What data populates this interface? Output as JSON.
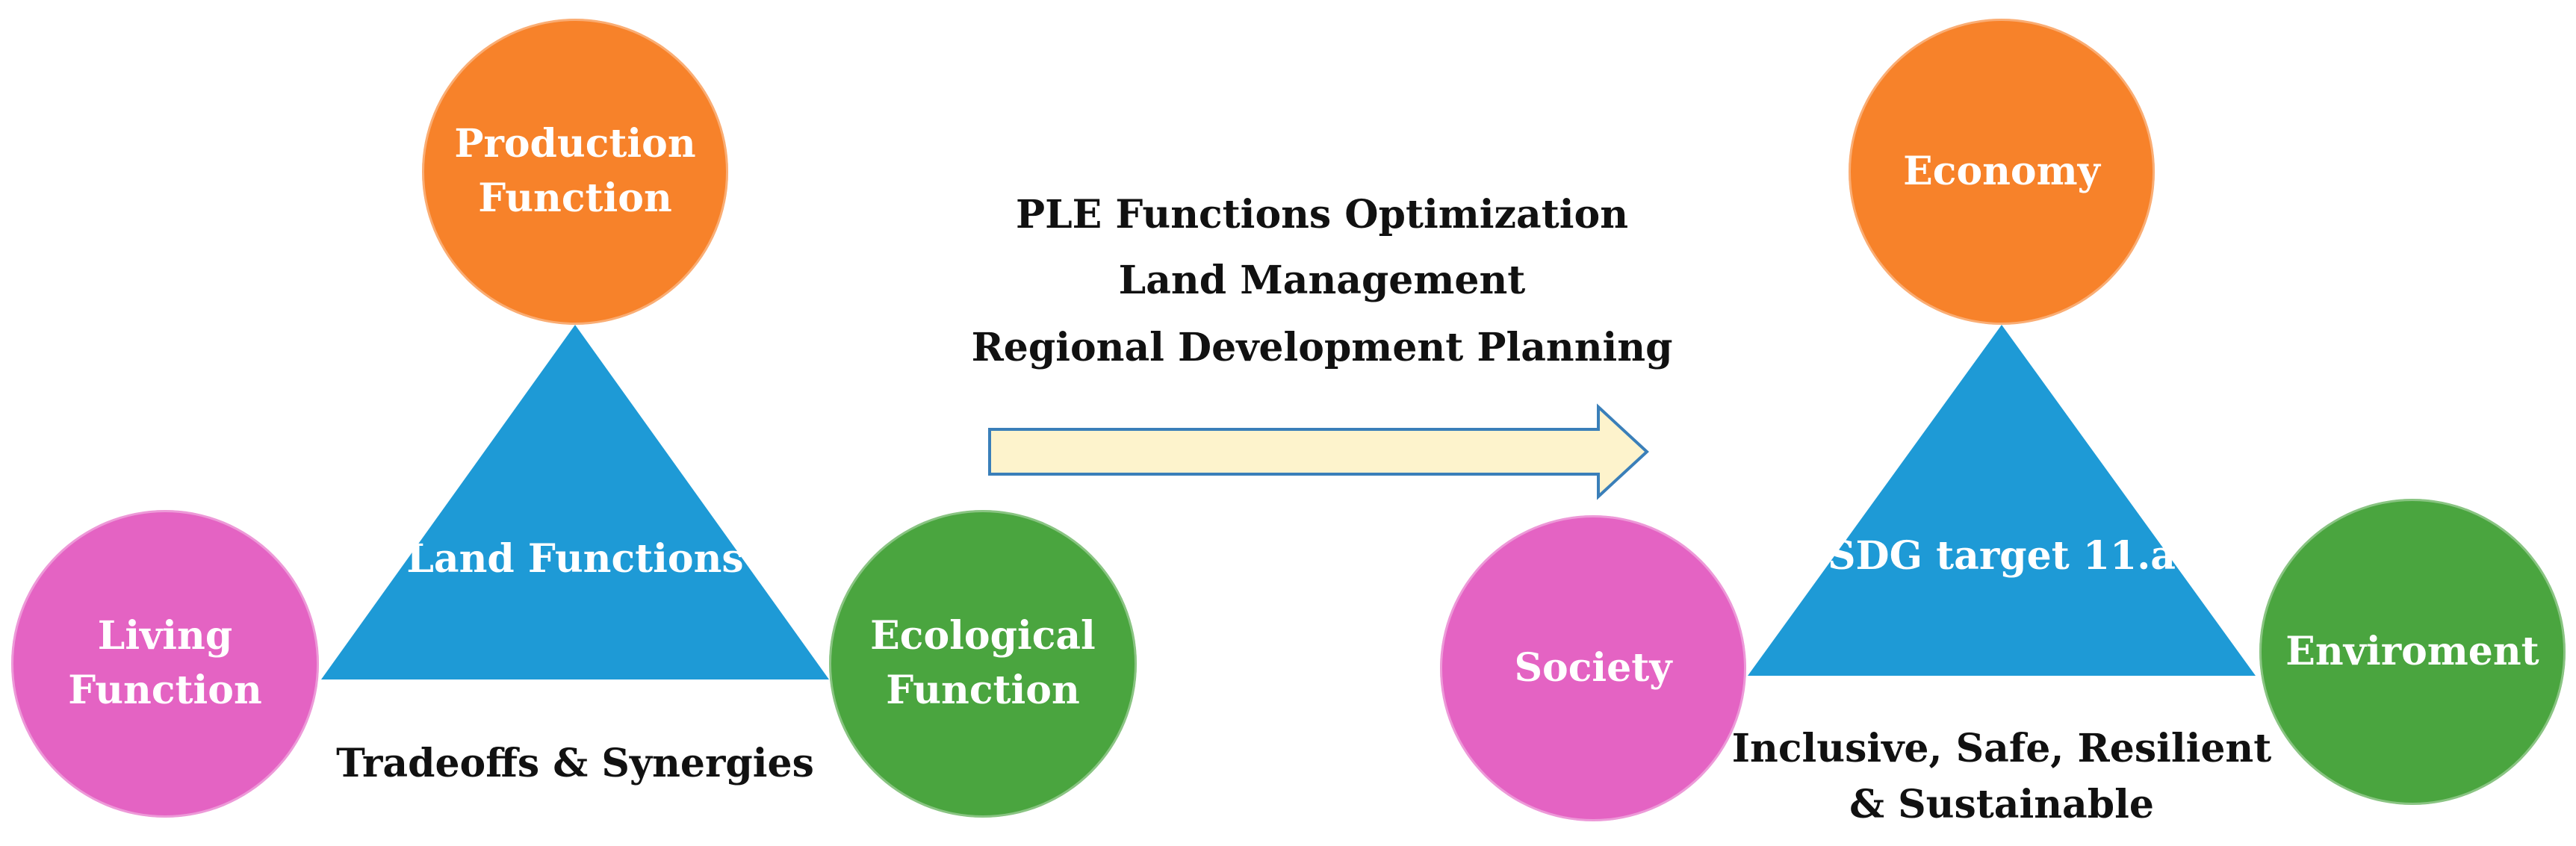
{
  "left_diagram": {
    "center_label": "Land Functions",
    "top_node": "Production\nFunction",
    "left_node": "Living\nFunction",
    "right_node": "Ecological\nFunction",
    "caption": "Tradeoffs & Synergies"
  },
  "transition": {
    "lines": [
      "PLE Functions Optimization",
      "Land Management",
      "Regional Development Planning"
    ]
  },
  "right_diagram": {
    "center_label": "SDG target 11.a",
    "top_node": "Economy",
    "left_node": "Society",
    "right_node": "Enviroment",
    "caption": "Inclusive, Safe, Resilient\n& Sustainable"
  },
  "colors": {
    "orange": "#f7822a",
    "pink": "#e463c3",
    "green": "#4aa53f",
    "triangle": "#1e9ad6",
    "arrow_fill": "#fdf3cc",
    "arrow_stroke": "#3a7fb9"
  }
}
